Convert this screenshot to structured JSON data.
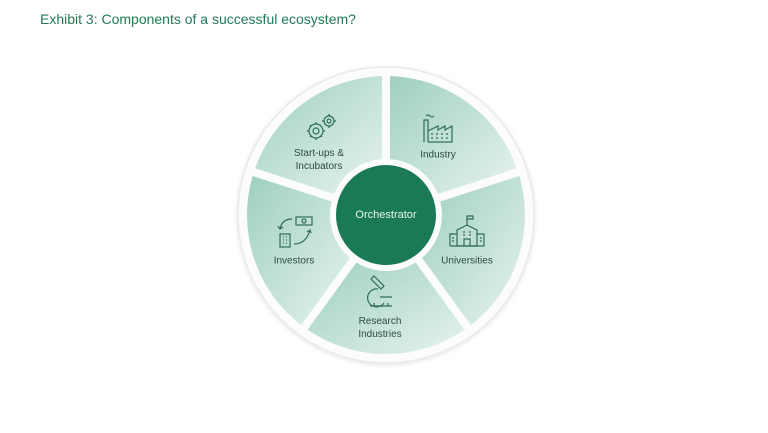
{
  "title": "Exhibit 3: Components of a successful ecosystem?",
  "center": {
    "label": "Orchestrator",
    "color": "#1b7a56"
  },
  "segments": [
    {
      "label": "Start-ups &\nIncubators",
      "icon": "gears-icon"
    },
    {
      "label": "Industry",
      "icon": "factory-icon"
    },
    {
      "label": "Universities",
      "icon": "university-building-icon"
    },
    {
      "label": "Research\nIndustries",
      "icon": "microscope-icon"
    },
    {
      "label": "Investors",
      "icon": "money-exchange-icon"
    }
  ],
  "colors": {
    "segment_dark": "#9fd0bd",
    "segment_light": "#e3f1ec",
    "icon": "#2f6e58",
    "title": "#1f7a55"
  }
}
